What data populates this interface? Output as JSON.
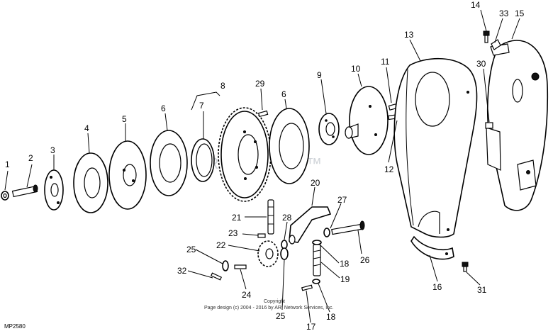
{
  "diagram": {
    "watermark": "ARI PartStream™",
    "figure_ref": "MP2580",
    "copyright_line1": "Copyright",
    "copyright_line2": "Page design (c) 2004 - 2016 by ARI Network Services, Inc.",
    "callouts": [
      "1",
      "2",
      "3",
      "4",
      "5",
      "6",
      "7",
      "8",
      "29",
      "6",
      "9",
      "10",
      "11",
      "12",
      "13",
      "14",
      "33",
      "15",
      "30",
      "20",
      "27",
      "21",
      "28",
      "23",
      "22",
      "25",
      "26",
      "18",
      "19",
      "32",
      "24",
      "25",
      "17",
      "18",
      "16",
      "31"
    ]
  }
}
